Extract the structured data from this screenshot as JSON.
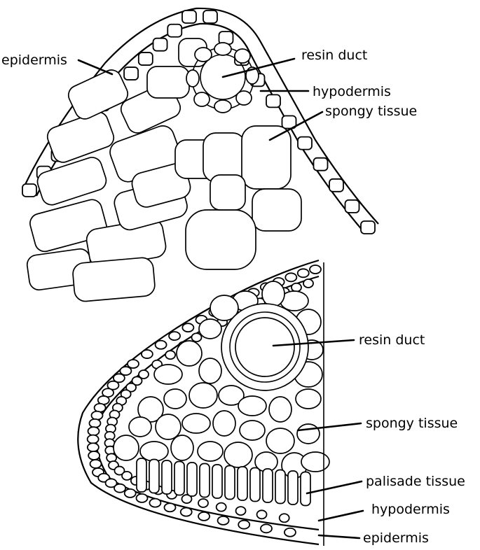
{
  "labels": {
    "top_epidermis": "epidermis",
    "top_resin_duct": "resin duct",
    "top_hypodermis": "hypodermis",
    "top_spongy": "spongy tissue",
    "bottom_resin_duct": "resin duct",
    "bottom_spongy": "spongy tissue",
    "bottom_palisade": "palisade tissue",
    "bottom_hypodermis": "hypodermis",
    "bottom_epidermis": "epidermis"
  }
}
